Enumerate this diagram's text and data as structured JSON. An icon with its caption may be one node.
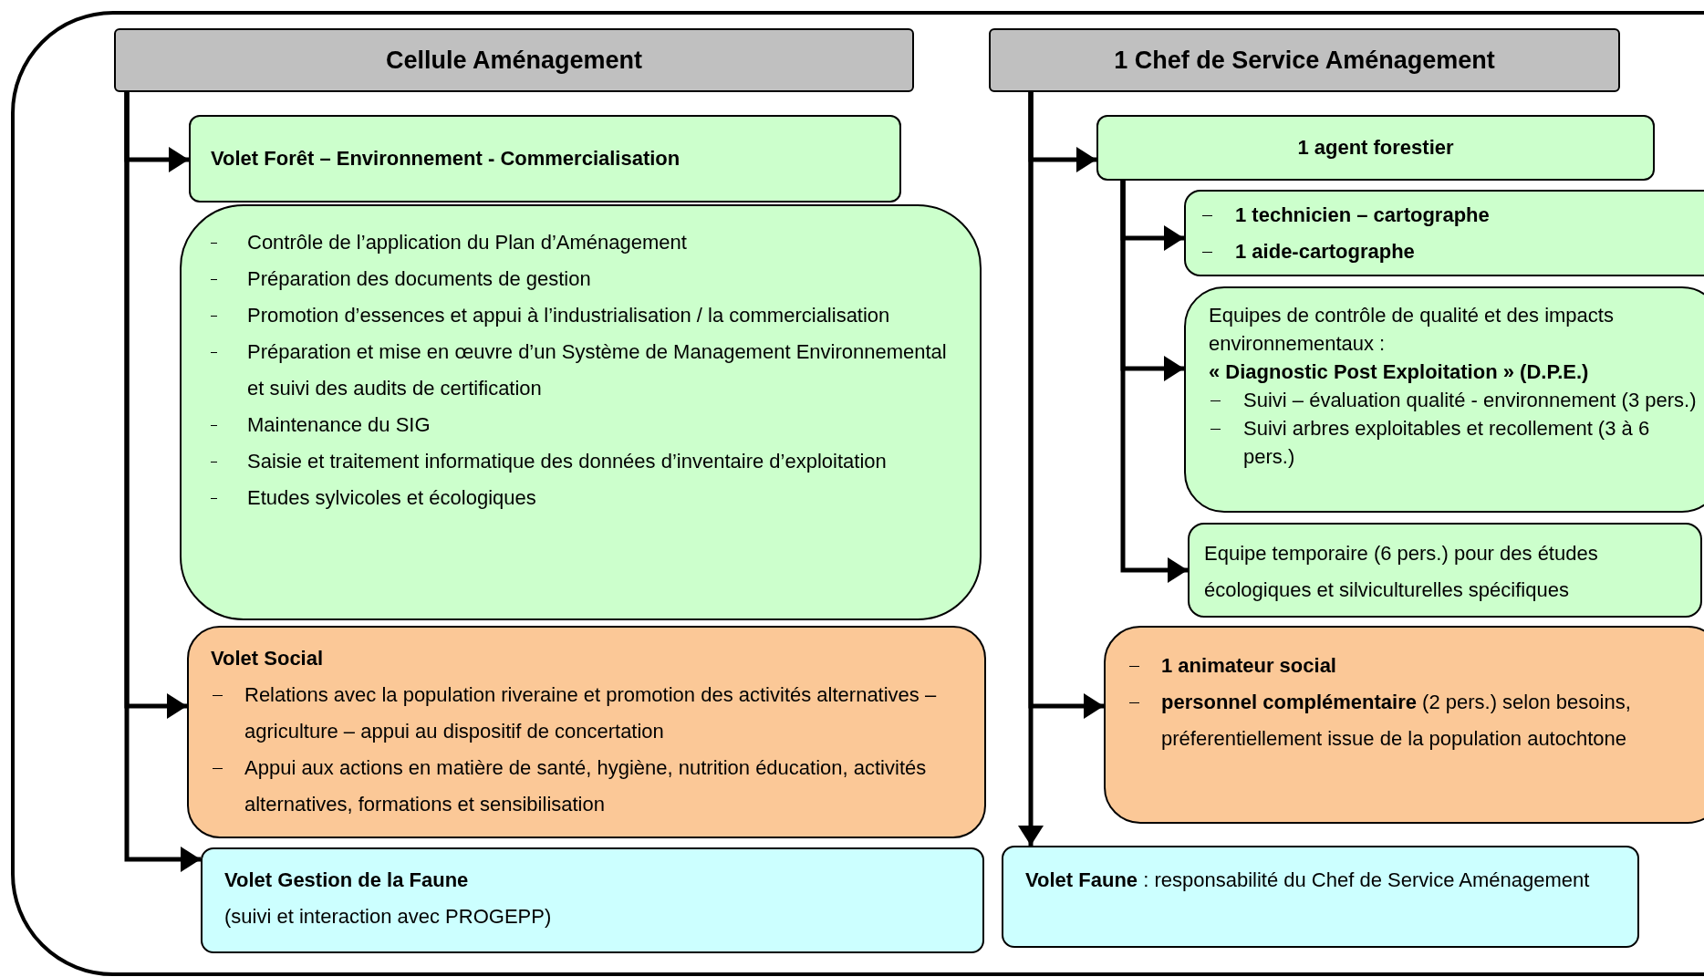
{
  "diagram": {
    "nodes": [
      {
        "text": [
          "Cellule Aménagement"
        ]
      },
      {
        "text": [
          "1 Chef de Service Aménagement"
        ]
      },
      {
        "text": [
          "Volet Forêt – Environnement - Commercialisation"
        ]
      },
      {
        "text": [
          "Contrôle de l’application du Plan d’Aménagement",
          "Préparation des documents de gestion",
          "Promotion d’essences et appui à l’industrialisation / la commercialisation",
          "Préparation et mise en œuvre d’un Système de Management Environnemental et suivi des audits de certification",
          "Maintenance du SIG",
          "Saisie et traitement informatique des données d’inventaire d’exploitation",
          "Etudes sylvicoles et écologiques"
        ]
      },
      {
        "text": [
          "Volet Social",
          "Relations avec la population riveraine et promotion des activités alternatives – agriculture – appui au dispositif de concertation",
          "Appui aux actions en matière de santé, hygiène, nutrition éducation, activités alternatives, formations et sensibilisation"
        ]
      },
      {
        "text": [
          "Volet Gestion de la Faune",
          "(suivi et interaction avec PROGEPP)"
        ]
      },
      {
        "text": [
          "1 agent forestier"
        ]
      },
      {
        "text": [
          "1 technicien – cartographe",
          "1 aide-cartographe"
        ]
      },
      {
        "text": [
          "Equipes de contrôle de qualité et des impacts environnementaux :",
          "« Diagnostic Post Exploitation » (D.P.E.)",
          "Suivi – évaluation qualité - environnement (3 pers.)",
          "Suivi arbres exploitables et recollement (3 à 6 pers.)"
        ]
      },
      {
        "text": [
          "Equipe temporaire (6 pers.) pour des études écologiques et silviculturelles spécifiques"
        ]
      },
      {
        "text": [
          "1 animateur social",
          "**personnel complémentaire** (2 pers.) selon besoins, préferentiellement issue de la population autochtone"
        ]
      },
      {
        "text": [
          "**Volet Faune** : responsabilité du Chef de Service Aménagement"
        ]
      }
    ],
    "edges": [
      {
        "from": 0,
        "to": 2,
        "arrow": "to"
      },
      {
        "from": 0,
        "to": 4,
        "arrow": "to"
      },
      {
        "from": 0,
        "to": 5,
        "arrow": "to"
      },
      {
        "from": 1,
        "to": 6,
        "arrow": "to"
      },
      {
        "from": 6,
        "to": 7,
        "arrow": "to"
      },
      {
        "from": 6,
        "to": 8,
        "arrow": "to"
      },
      {
        "from": 6,
        "to": 9,
        "arrow": "to"
      },
      {
        "from": 1,
        "to": 10,
        "arrow": "to"
      },
      {
        "from": 1,
        "to": 11,
        "arrow": "to"
      }
    ]
  }
}
